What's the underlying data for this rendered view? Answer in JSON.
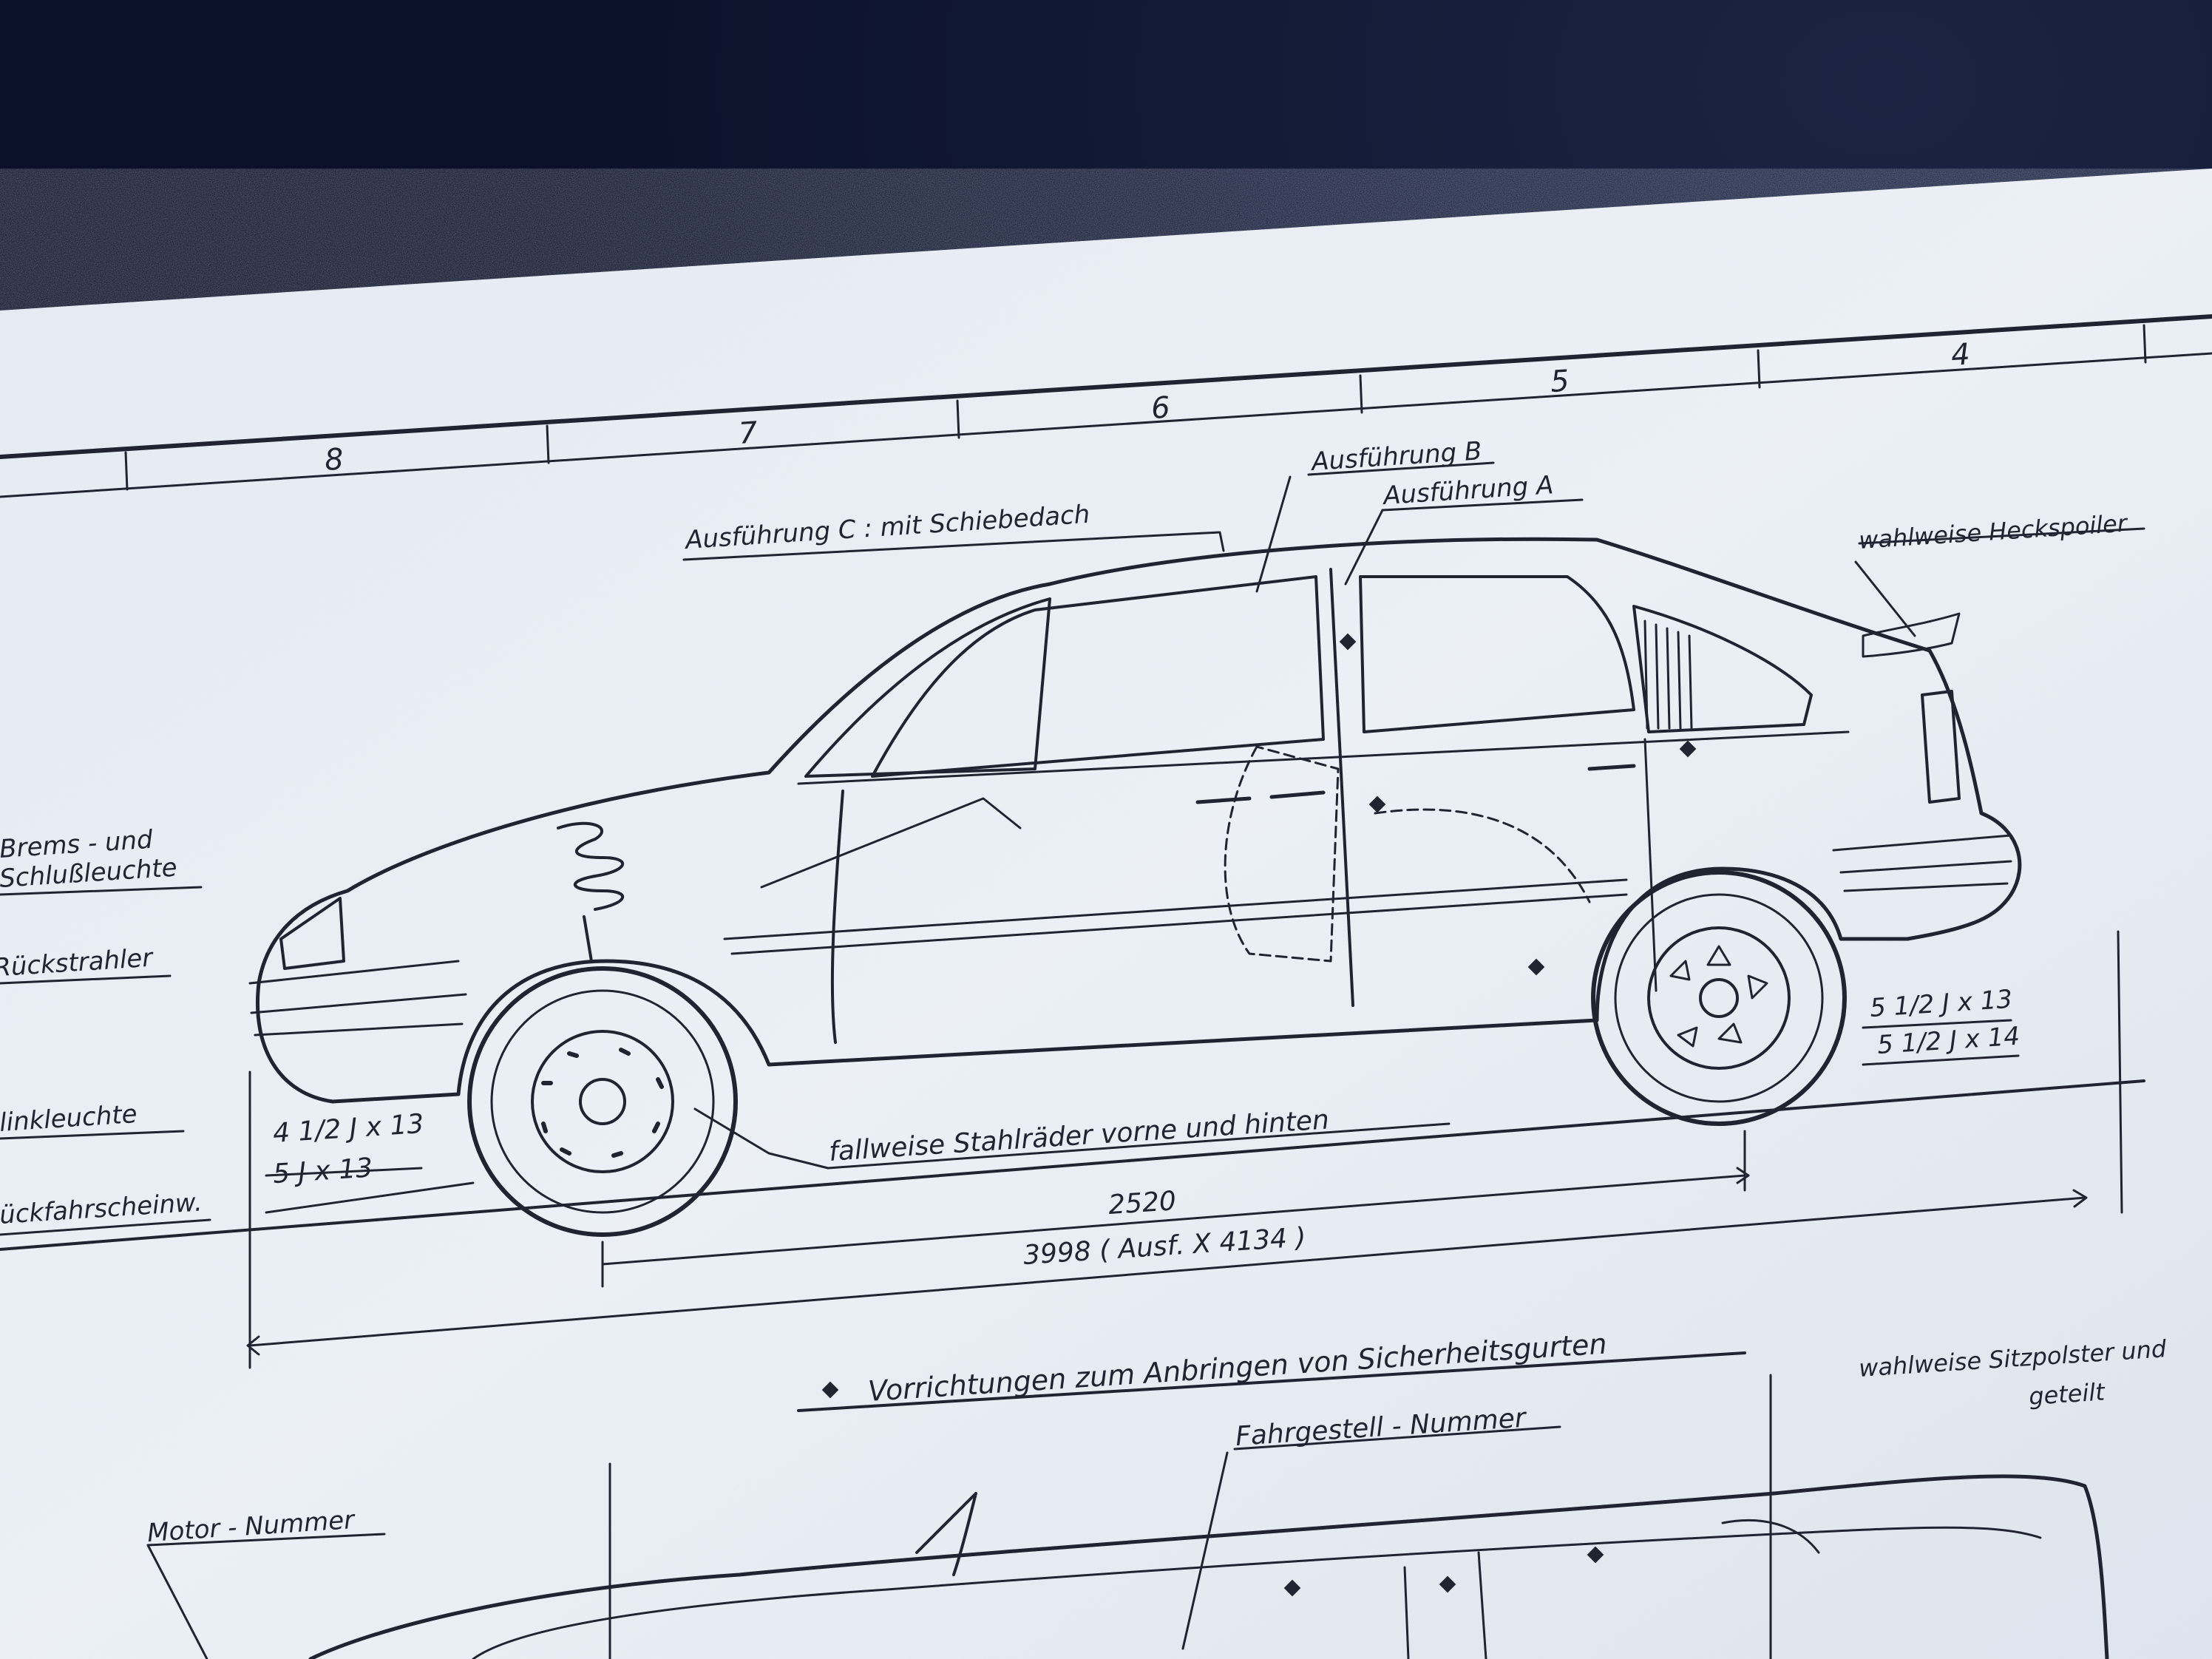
{
  "photo": {
    "subject": "technical drawing print",
    "colors": {
      "backdrop": "#0f1630",
      "paper": "#eef2f7",
      "ink": "#1f2430"
    }
  },
  "drawing": {
    "grid_numbers": [
      "8",
      "7",
      "6",
      "5",
      "4"
    ],
    "labels": {
      "variant_c": "Ausführung C : mit Schiebedach",
      "variant_b": "Ausführung B",
      "variant_a": "Ausführung A",
      "rear_spoiler": "wahlweise Heckspoiler",
      "brake_light_1": "Brems - und",
      "brake_light_2": "Schlußleuchte",
      "reflector": "Rückstrahler",
      "indicator": "linkleuchte",
      "reversing_light": "ückfahrscheinw.",
      "front_rim_1": "4 1/2 J x 13",
      "front_rim_2": "5 J x 13",
      "rear_rim_1": "5 1/2 J x 13",
      "rear_rim_2": "5 1/2 J x 14",
      "steel_wheels": "fallweise Stahlräder   vorne  und  hinten",
      "wheelbase": "2520",
      "length": "3998   ( Ausf. X  4134 )",
      "belt_anchors": "Vorrichtungen  zum  Anbringen  von  Sicherheitsgurten",
      "seat_cushion_1": "wahlweise Sitzpolster und",
      "seat_cushion_2": "geteilt",
      "chassis_number": "Fahrgestell - Nummer",
      "engine_number": "Motor - Nummer"
    }
  }
}
